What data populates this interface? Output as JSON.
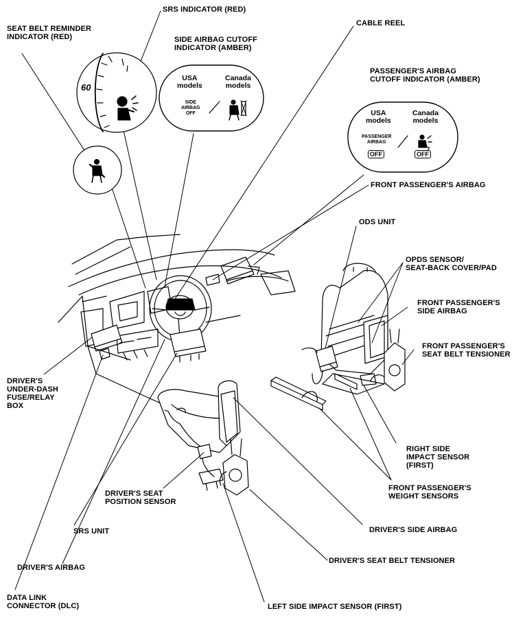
{
  "labels": {
    "srs_indicator": "SRS INDICATOR (RED)",
    "seat_belt_reminder": "SEAT BELT REMINDER\nINDICATOR (RED)",
    "side_airbag_cutoff": "SIDE AIRBAG CUTOFF\nINDICATOR (AMBER)",
    "cable_reel": "CABLE REEL",
    "passenger_airbag_cutoff": "PASSENGER'S AIRBAG\nCUTOFF INDICATOR (AMBER)",
    "front_passenger_airbag": "FRONT PASSENGER'S AIRBAG",
    "ods_unit": "ODS UNIT",
    "opds_sensor": "OPDS SENSOR/\nSEAT-BACK COVER/PAD",
    "front_passenger_side_airbag": "FRONT PASSENGER'S\nSIDE AIRBAG",
    "front_passenger_seat_belt_tensioner": "FRONT PASSENGER'S\nSEAT BELT TENSIONER",
    "drivers_under_dash_box": "DRIVER'S\nUNDER-DASH\nFUSE/RELAY\nBOX",
    "right_side_impact_sensor": "RIGHT SIDE\nIMPACT SENSOR\n(FIRST)",
    "front_passenger_weight_sensors": "FRONT PASSENGER'S\nWEIGHT SENSORS",
    "drivers_seat_position_sensor": "DRIVER'S SEAT\nPOSITION SENSOR",
    "srs_unit": "SRS UNIT",
    "drivers_side_airbag": "DRIVER'S SIDE AIRBAG",
    "drivers_airbag": "DRIVER'S AIRBAG",
    "drivers_seat_belt_tensioner": "DRIVER'S SEAT BELT TENSIONER",
    "data_link_connector": "DATA LINK\nCONNECTOR (DLC)",
    "left_side_impact_sensor": "LEFT SIDE IMPACT SENSOR (FIRST)"
  },
  "gauge": {
    "speed": "60"
  },
  "side_cutoff_panel": {
    "usa_heading": "USA\nmodels",
    "canada_heading": "Canada\nmodels",
    "usa_text": "SIDE\nAIRBAG\nOFF"
  },
  "passenger_cutoff_panel": {
    "usa_heading": "USA\nmodels",
    "canada_heading": "Canada\nmodels",
    "usa_text": "PASSENGER\nAIRBAG",
    "usa_off": "OFF",
    "canada_off": "OFF"
  },
  "icons": [
    "srs-airbag-person-icon",
    "seat-belt-icon",
    "side-airbag-off-icon",
    "passenger-airbag-off-icon"
  ]
}
